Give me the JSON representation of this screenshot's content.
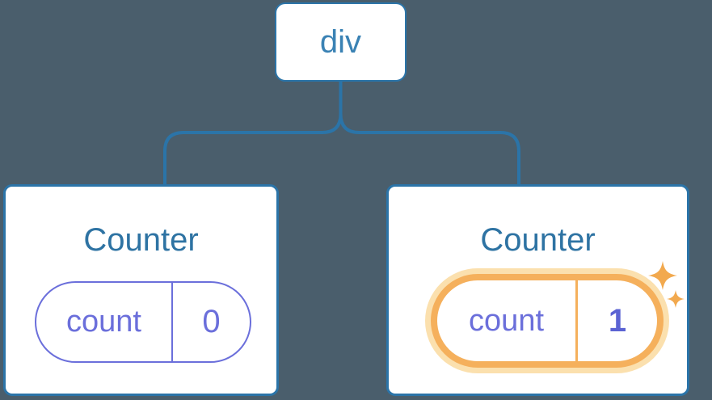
{
  "diagram": {
    "description": "Component tree with independent state",
    "root": {
      "label": "div"
    },
    "children": [
      {
        "label": "Counter",
        "state": {
          "key": "count",
          "value": "0"
        },
        "highlighted": false
      },
      {
        "label": "Counter",
        "state": {
          "key": "count",
          "value": "1"
        },
        "highlighted": true
      }
    ]
  },
  "icons": {
    "sparkle": "four-point-sparkle-stars"
  },
  "colors": {
    "canvas-bg": "#4A5E6C",
    "node-bg": "#FFFFFF",
    "line-blue": "#2B74A8",
    "node-label-blue": "#3A82B4",
    "title-blue": "#2E73A3",
    "state-purple": "#6B6FDB",
    "state-value-bold": "#5B63D3",
    "highlight-orange": "#F5B05C",
    "highlight-halo": "#FBE0AE",
    "sparkle-orange": "#F2A94E"
  }
}
